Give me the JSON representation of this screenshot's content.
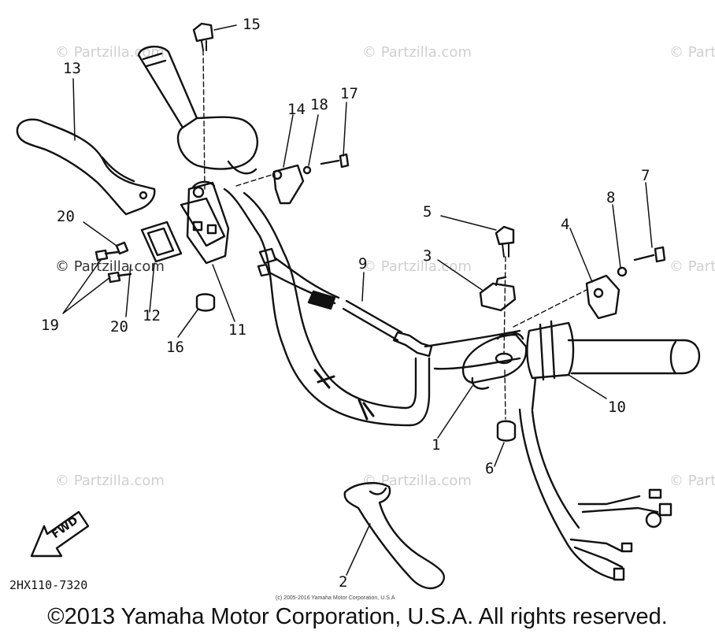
{
  "watermark": "© Partzilla.com",
  "callouts": [
    "1",
    "2",
    "3",
    "4",
    "5",
    "6",
    "7",
    "8",
    "9",
    "10",
    "11",
    "12",
    "13",
    "14",
    "15",
    "16",
    "17",
    "18",
    "19",
    "20",
    "20"
  ],
  "fwd_label": "FWD",
  "part_code": "2HX110-7320",
  "small_copyright": "(c) 2005-2016 Yamaha Motor Corporation, U.S.A",
  "footer": "©2013 Yamaha Motor Corporation, U.S.A. All rights reserved.",
  "colors": {
    "ink": "#111111",
    "watermark": "#cfcfcf",
    "background": "#ffffff"
  }
}
